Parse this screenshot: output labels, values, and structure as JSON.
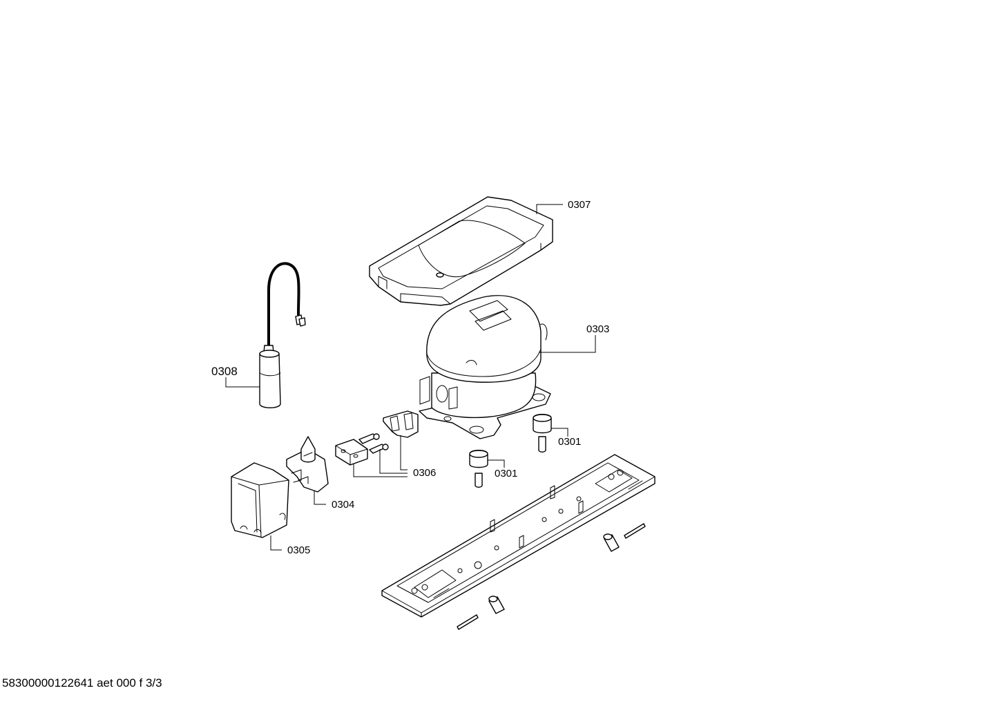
{
  "labels": {
    "p0307": "0307",
    "p0303": "0303",
    "p0308": "0308",
    "p0301a": "0301",
    "p0301b": "0301",
    "p0306": "0306",
    "p0304": "0304",
    "p0305": "0305"
  },
  "footer": "58300000122641 aet 000 f 3/3",
  "colors": {
    "line": "#000000",
    "background": "#ffffff"
  }
}
